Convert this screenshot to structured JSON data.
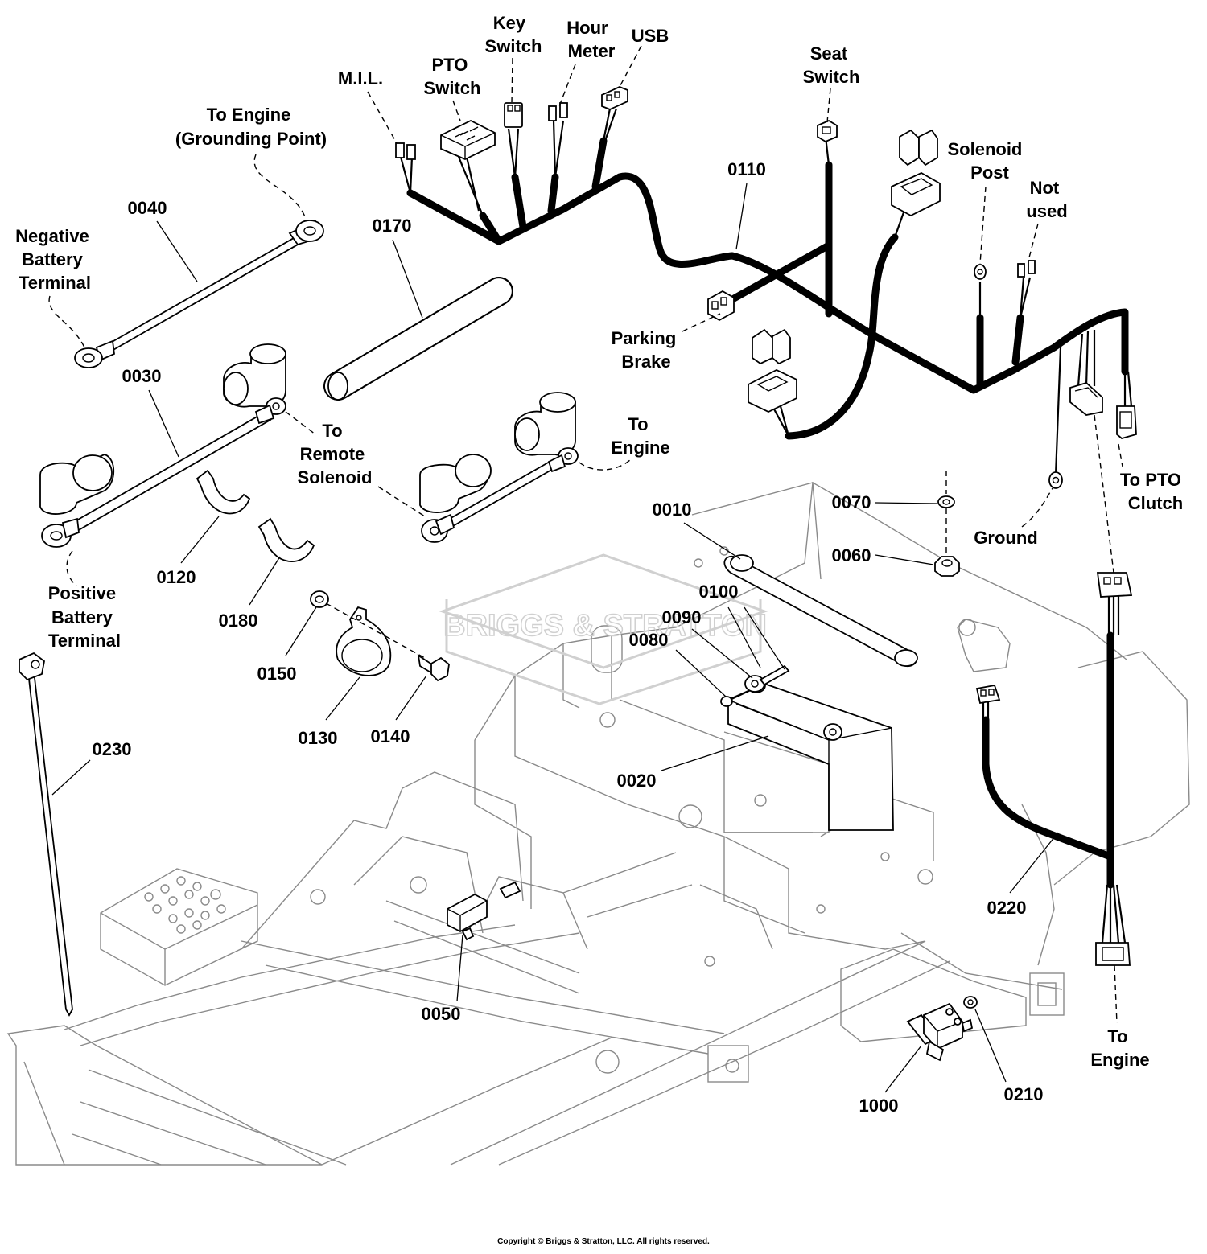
{
  "watermark": "BRIGGS & STRATTON",
  "copyright": "Copyright © Briggs & Stratton, LLC. All rights reserved.",
  "callouts": {
    "0010": "0010",
    "0020": "0020",
    "0030": "0030",
    "0040": "0040",
    "0050": "0050",
    "0060": "0060",
    "0070": "0070",
    "0080": "0080",
    "0090": "0090",
    "0100": "0100",
    "0110": "0110",
    "0120": "0120",
    "0130": "0130",
    "0140": "0140",
    "0150": "0150",
    "0170": "0170",
    "0180": "0180",
    "0210": "0210",
    "0220": "0220",
    "0230": "0230",
    "1000": "1000"
  },
  "labels": {
    "negative_battery_terminal": [
      "Negative",
      "Battery",
      "Terminal"
    ],
    "to_engine_grounding": [
      "To Engine",
      "(Grounding Point)"
    ],
    "mil": [
      "M.I.L."
    ],
    "pto_switch": [
      "PTO",
      "Switch"
    ],
    "key_switch": [
      "Key",
      "Switch"
    ],
    "hour_meter": [
      "Hour",
      "Meter"
    ],
    "usb": [
      "USB"
    ],
    "seat_switch": [
      "Seat",
      "Switch"
    ],
    "solenoid_post": [
      "Solenoid",
      "Post"
    ],
    "not_used": [
      "Not",
      "used"
    ],
    "parking_brake": [
      "Parking",
      "Brake"
    ],
    "to_remote_solenoid": [
      "To",
      "Remote",
      "Solenoid"
    ],
    "to_engine_cable": [
      "To",
      "Engine"
    ],
    "to_pto_clutch": [
      "To PTO",
      "Clutch"
    ],
    "ground": [
      "Ground"
    ],
    "positive_battery_terminal": [
      "Positive",
      "Battery",
      "Terminal"
    ],
    "to_engine_harness": [
      "To",
      "Engine"
    ]
  }
}
